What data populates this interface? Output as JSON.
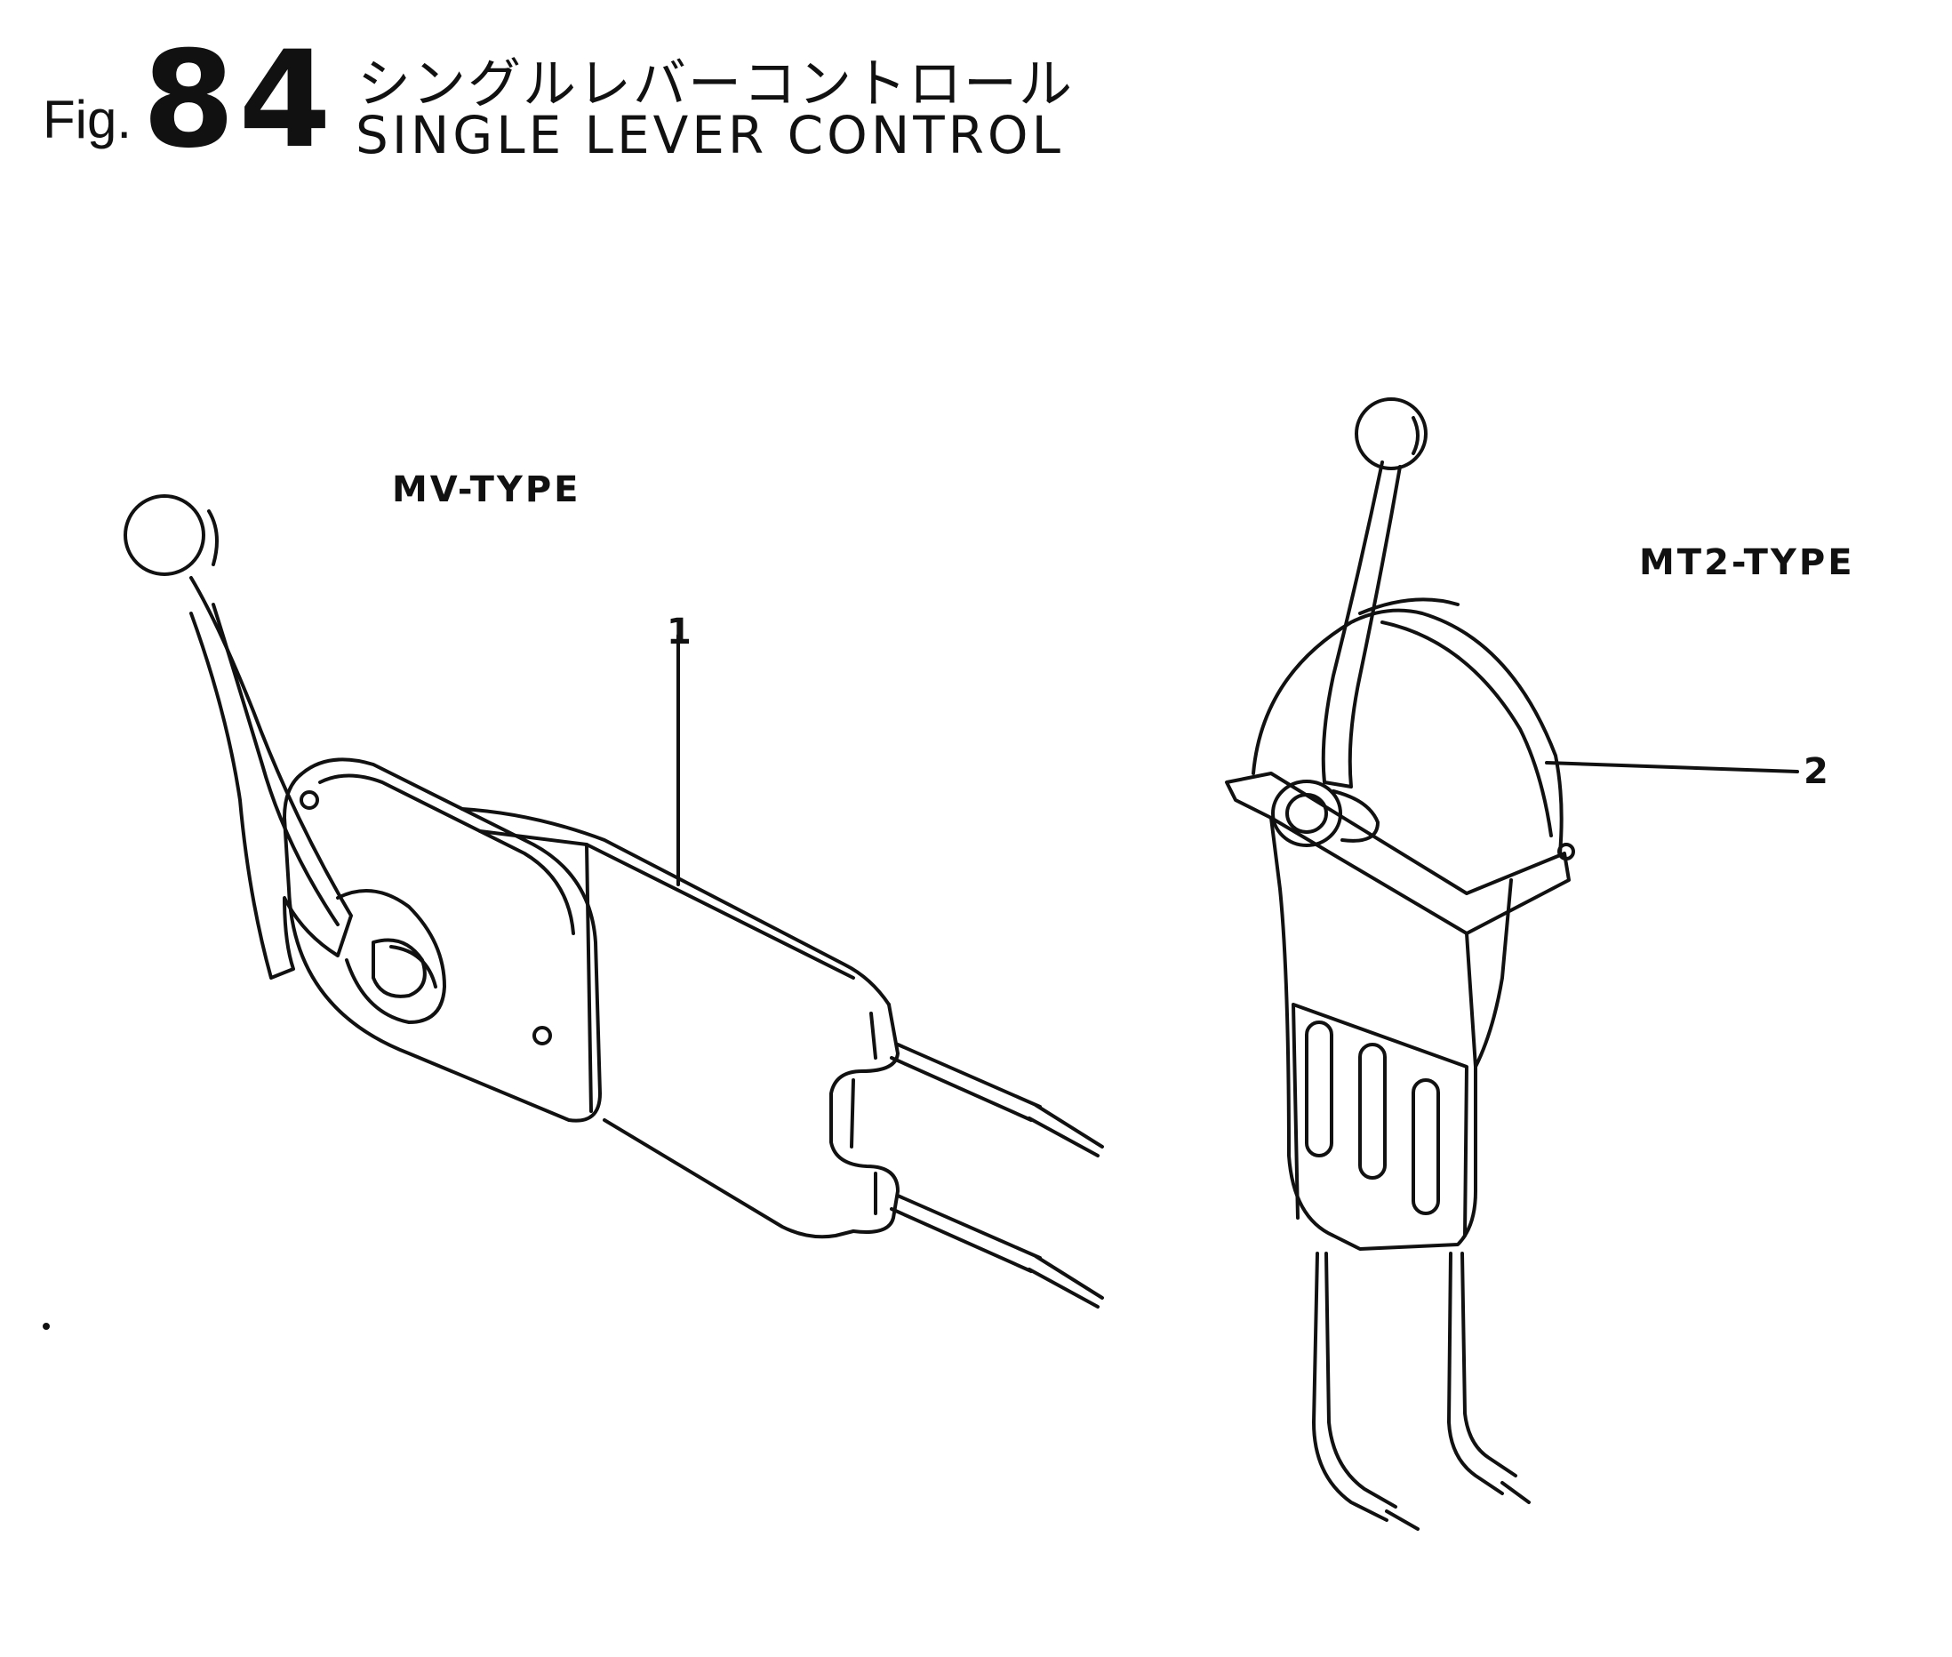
{
  "header": {
    "fig_prefix": "Fig.",
    "fig_number": "84",
    "title_jp": "シングルレバーコントロール",
    "title_en": "SINGLE LEVER CONTROL"
  },
  "labels": {
    "mv_type": "MV-TYPE",
    "mt2_type": "MT2-TYPE"
  },
  "callouts": {
    "part1": "1",
    "part2": "2"
  },
  "colors": {
    "ink": "#111111",
    "paper": "#ffffff"
  }
}
